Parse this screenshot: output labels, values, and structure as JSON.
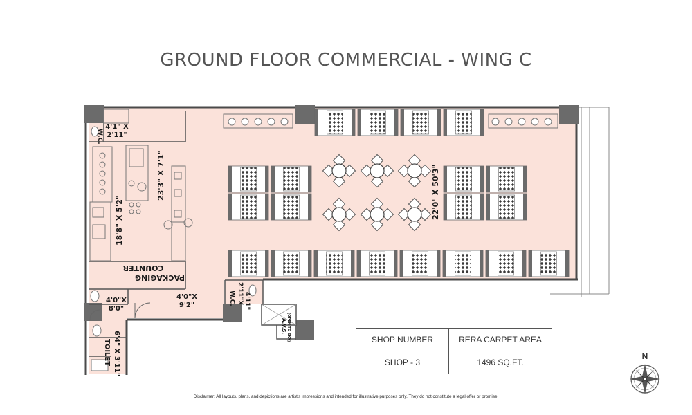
{
  "title": "GROUND FLOOR COMMERCIAL - WING C",
  "rooms": {
    "wc_top": "W.C.",
    "wc_top_dim_1": "4'1\" X",
    "wc_top_dim_2": "2'11\"",
    "kitchen_dim": "23'3\" X 7'1\"",
    "prep_dim": "18'8\" X 5'2\"",
    "packaging_1": "PACKAGING",
    "packaging_2": "COUNTER",
    "store_dim_1": "4'0\"X",
    "store_dim_2": "8'0\"",
    "lobby_dim_1": "4'0\"X",
    "lobby_dim_2": "9'2\"",
    "toilet_1": "TOILET",
    "toilet_2": "6'4\" X 3'11\"",
    "wc_mid": "W.C.",
    "wc_mid_dim_1": "2'11\"X",
    "wc_mid_dim_2": "4'11\"",
    "avs_1": "A.V.S.",
    "avs_2": "(OPEN TO SKY)",
    "dining_dim": "22'0\" X 50'3\""
  },
  "table": {
    "header": [
      "SHOP NUMBER",
      "RERA CARPET AREA"
    ],
    "row": [
      "SHOP - 3",
      "1496 SQ.FT."
    ]
  },
  "compass_label": "N",
  "disclaimer": "Disclaimer: All layouts, plans, and depictions are artist's impressions and intended for illustrative purposes only. They do not constitute a legal offer or promise."
}
